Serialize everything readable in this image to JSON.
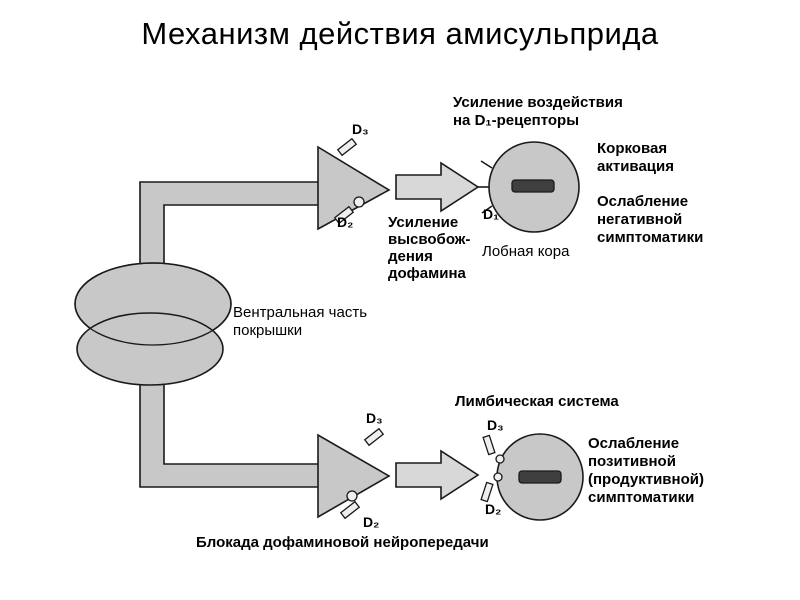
{
  "slide": {
    "title": "Механизм действия амисульприда"
  },
  "colors": {
    "shape_fill": "#c8c8c8",
    "arrow_fill": "#d8d8d8",
    "nucleus_fill": "#3f3f3f",
    "receptor_fill": "#efefef",
    "outline": "#1a1a1a",
    "background": "#ffffff"
  },
  "vta": {
    "label_line1": "Вентральная часть",
    "label_line2": "покрышки"
  },
  "top_pathway": {
    "d3": "D₃",
    "d2": "D₂",
    "d1": "D₁",
    "effect_line1": "Усиление воздействия",
    "effect_line2": "на D₁-рецепторы",
    "release_line1": "Усиление",
    "release_line2": "высвобож-",
    "release_line3": "дения",
    "release_line4": "дофамина",
    "frontal_cortex": "Лобная кора",
    "cortical_line1": "Корковая",
    "cortical_line2": "активация",
    "negative_line1": "Ослабление",
    "negative_line2": "негативной",
    "negative_line3": "симптоматики"
  },
  "bottom_pathway": {
    "limbic_system": "Лимбическая система",
    "d3_pre": "D₃",
    "d2_pre": "D₂",
    "d3_post": "D₃",
    "d2_post": "D₂",
    "positive_line1": "Ослабление",
    "positive_line2": "позитивной",
    "positive_line3": "(продуктивной)",
    "positive_line4": "симптоматики",
    "blockade": "Блокада дофаминовой нейропередачи"
  }
}
